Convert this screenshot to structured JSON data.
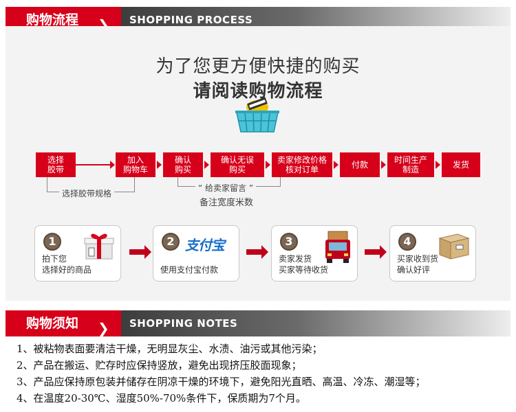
{
  "process_header": {
    "zh": "购物流程",
    "en": "SHOPPING PROCESS"
  },
  "intro": {
    "line1": "为了您更方便快捷的购买",
    "line2": "请阅读购物流程"
  },
  "steps": [
    "选择\n胶带",
    "加入\n购物车",
    "确认\n购买",
    "确认无误\n购买",
    "卖家修改价格\n核对订单",
    "付款",
    "时间生产\n制造",
    "发货"
  ],
  "step_notes": {
    "select_spec": "选择胶带规格",
    "message_seller": "“ 给卖家留言 ”",
    "remark": "备注宽度米数"
  },
  "cards": [
    {
      "num": "1",
      "text": "拍下您\n选择好的商品"
    },
    {
      "num": "2",
      "text": "使用支付宝付款",
      "logo": "支付宝"
    },
    {
      "num": "3",
      "text": "卖家发货\n买家等待收货"
    },
    {
      "num": "4",
      "text": "买家收到货\n确认好评"
    }
  ],
  "notes_header": {
    "zh": "购物须知",
    "en": "SHOPPING NOTES"
  },
  "notes": [
    "1、被粘物表面要清洁干燥，无明显灰尘、水渍、油污或其他污染；",
    "2、产品在搬运、贮存时应保持竖放，避免出现挤压胶面现象；",
    "3、产品应保持原包装并储存在阴凉干燥的环境下，避免阳光直晒、高温、冷冻、潮湿等；",
    "4、在温度20-30℃、湿度50%-70%条件下，保质期为7个月。"
  ],
  "colors": {
    "accent": "#d7001a",
    "dark": "#3d3d3d"
  },
  "icons": [
    "chevron-right-icon",
    "shopping-basket-icon",
    "gift-icon",
    "truck-icon",
    "box-icon",
    "alipay-logo"
  ]
}
